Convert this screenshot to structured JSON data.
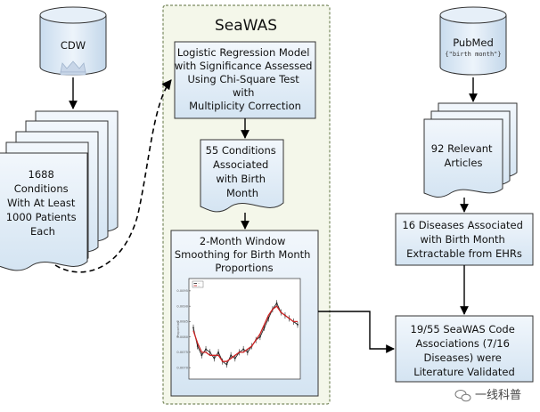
{
  "sea_was": {
    "title": "SeaWAS"
  },
  "cdw": {
    "label": "CDW"
  },
  "pubmed": {
    "label": "PubMed",
    "query": "{\"birth month\"}"
  },
  "conditions_doc": {
    "lines": [
      "1688",
      "Conditions",
      "With At Least",
      "1000 Patients",
      "Each"
    ]
  },
  "regression_box": {
    "lines": [
      "Logistic Regression Model",
      "with Significance Assessed",
      "Using Chi-Square Test",
      "with",
      "Multiplicity Correction"
    ]
  },
  "associated_doc": {
    "lines": [
      "55 Conditions",
      "Associated",
      "with Birth",
      "Month"
    ]
  },
  "smoothing_box": {
    "lines": [
      "2-Month Window",
      "Smoothing for Birth Month",
      "Proportions"
    ]
  },
  "articles_doc": {
    "lines": [
      "92 Relevant",
      "Articles"
    ]
  },
  "diseases_box": {
    "lines": [
      "16 Diseases Associated",
      "with Birth Month",
      "Extractable from EHRs"
    ]
  },
  "validated_box": {
    "lines": [
      "19/55 SeaWAS Code",
      "Associations (7/16",
      "Diseases) were",
      "Literature Validated"
    ]
  },
  "watermark": {
    "text": "一线科普"
  },
  "chart_data": {
    "type": "line",
    "ylabel": "Proportion",
    "y_ticks": [
      "0.0095",
      "0.0090",
      "0.0085",
      "0.0080",
      "0.0075",
      "0.0070"
    ],
    "legend": [
      "—",
      "—"
    ],
    "ylim": [
      0.0068,
      0.0097
    ],
    "series": [
      {
        "name": "",
        "color": "#222222",
        "values": [
          0.0083,
          0.0077,
          0.0074,
          0.0076,
          0.0075,
          0.0073,
          0.0075,
          0.0072,
          0.0071,
          0.0074,
          0.0073,
          0.0075,
          0.0076,
          0.0075,
          0.0077,
          0.0079,
          0.008,
          0.0083,
          0.0086,
          0.0089,
          0.0091,
          0.0088,
          0.0087,
          0.0086,
          0.0085,
          0.0084
        ]
      },
      {
        "name": "",
        "color": "#cc2222",
        "values": [
          0.0082,
          0.0078,
          0.0075,
          0.0075,
          0.0074,
          0.0074,
          0.0074,
          0.0072,
          0.0072,
          0.0073,
          0.0074,
          0.0075,
          0.0075,
          0.0076,
          0.0077,
          0.0079,
          0.0081,
          0.0084,
          0.0087,
          0.0089,
          0.009,
          0.0088,
          0.0087,
          0.0086,
          0.0085,
          0.0085
        ]
      }
    ]
  }
}
